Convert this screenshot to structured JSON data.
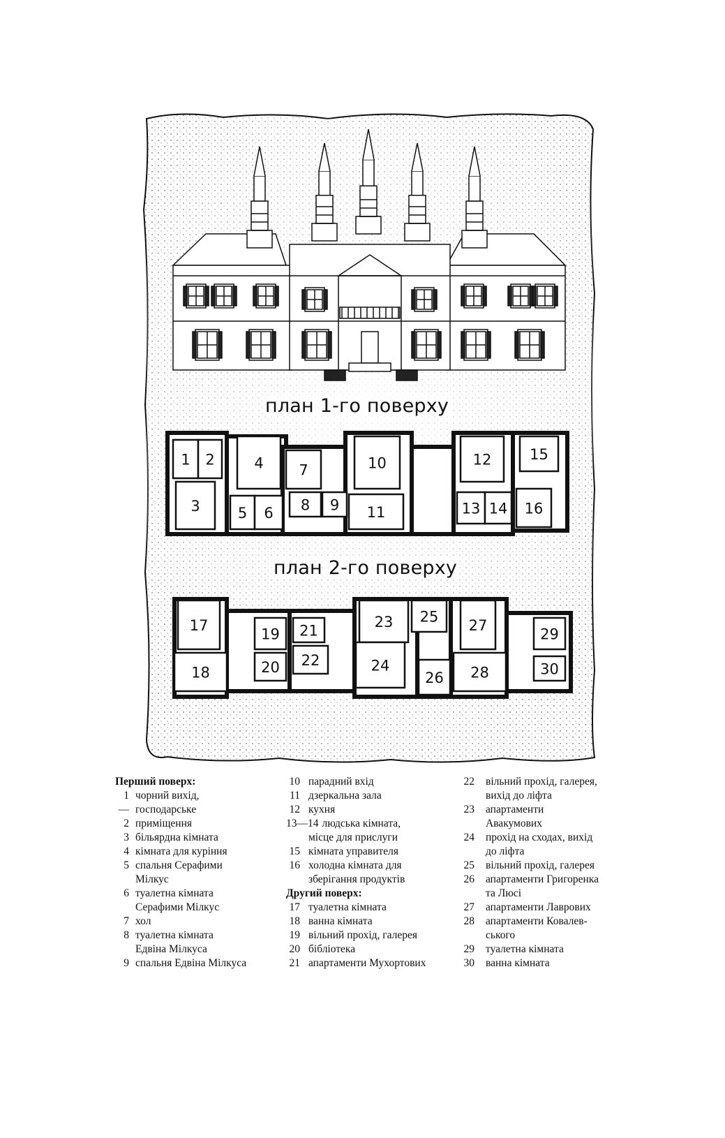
{
  "plans": {
    "floor1_title": "план 1-го поверху",
    "floor2_title": "план 2-го поверху",
    "floor1_rooms": [
      "1",
      "2",
      "3",
      "4",
      "5",
      "6",
      "7",
      "8",
      "9",
      "10",
      "11",
      "12",
      "13",
      "14",
      "15",
      "16"
    ],
    "floor2_rooms": [
      "17",
      "18",
      "19",
      "20",
      "21",
      "22",
      "23",
      "24",
      "25",
      "26",
      "27",
      "28",
      "29",
      "30"
    ]
  },
  "legend": {
    "first_floor_heading": "Перший поверх:",
    "second_floor_heading": "Другий поверх:",
    "col1": [
      {
        "num": "1—2",
        "text": "чорний вихід,",
        "cont": [
          "господарське",
          "приміщення"
        ]
      },
      {
        "num": "3",
        "text": "більярдна кімната"
      },
      {
        "num": "4",
        "text": "кімната для куріння"
      },
      {
        "num": "5",
        "text": "спальня Серафими",
        "cont": [
          "Мілкус"
        ]
      },
      {
        "num": "6",
        "text": "туалетна кімната",
        "cont": [
          "Серафими Мілкус"
        ]
      },
      {
        "num": "7",
        "text": "хол"
      },
      {
        "num": "8",
        "text": "туалетна кімната",
        "cont": [
          "Едвіна Мілкуса"
        ]
      },
      {
        "num": "9",
        "text": "спальня Едвіна Мілкуса"
      }
    ],
    "col2a": [
      {
        "num": "10",
        "text": "парадний вхід"
      },
      {
        "num": "11",
        "text": "дзеркальна зала"
      },
      {
        "num": "12",
        "text": "кухня"
      },
      {
        "num": "13—14",
        "text": "людська кімната,",
        "cont": [
          "місце для прислуги"
        ]
      },
      {
        "num": "15",
        "text": "кімната управителя"
      },
      {
        "num": "16",
        "text": "холодна кімната для",
        "cont": [
          "зберігання продуктів"
        ]
      }
    ],
    "col2b": [
      {
        "num": "17",
        "text": "туалетна кімната"
      },
      {
        "num": "18",
        "text": "ванна кімната"
      },
      {
        "num": "19",
        "text": "вільний прохід, галерея"
      },
      {
        "num": "20",
        "text": "бібліотека"
      },
      {
        "num": "21",
        "text": "апартаменти Мухортових"
      }
    ],
    "col3": [
      {
        "num": "22",
        "text": "вільний прохід, галерея,",
        "cont": [
          "вихід до ліфта"
        ]
      },
      {
        "num": "23",
        "text": "апартаменти",
        "cont": [
          "Авакумових"
        ]
      },
      {
        "num": "24",
        "text": "прохід на сходах, вихід",
        "cont": [
          "до ліфта"
        ]
      },
      {
        "num": "25",
        "text": "вільний прохід, галерея"
      },
      {
        "num": "26",
        "text": "апартаменти Григоренка",
        "cont": [
          "та Люсі"
        ]
      },
      {
        "num": "27",
        "text": "апартаменти Лаврових"
      },
      {
        "num": "28",
        "text": "апартаменти Ковалев-",
        "cont": [
          "ського"
        ]
      },
      {
        "num": "29",
        "text": "туалетна кімната"
      },
      {
        "num": "30",
        "text": "ванна кімната"
      }
    ]
  }
}
